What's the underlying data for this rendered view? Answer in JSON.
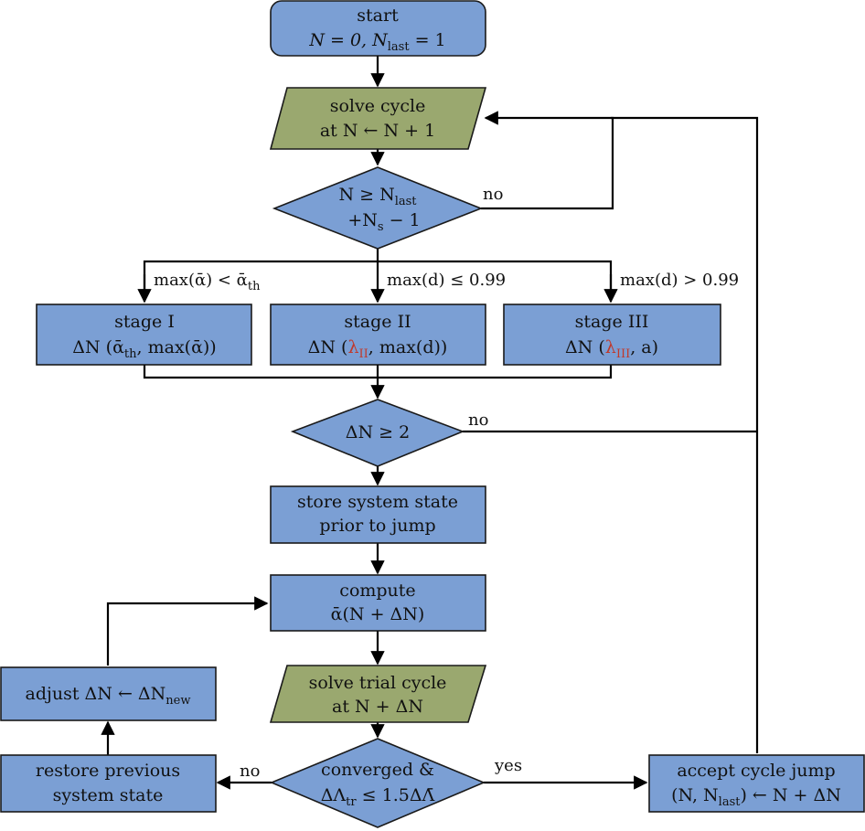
{
  "nodes": {
    "start": {
      "line1": "start",
      "line2": "N = 0,  N",
      "line2_sub": "last",
      "line2_tail": " = 1"
    },
    "solve_cycle": {
      "line1": "solve cycle",
      "line2": "at N ← N + 1"
    },
    "check_n": {
      "line1": "N ≥ N",
      "line1_sub": "last",
      "line2": "+N",
      "line2_sub": "s",
      "line2_tail": " − 1"
    },
    "stage1": {
      "title": "stage I",
      "body": "ΔN (ᾱ",
      "body_sub": "th",
      "body_tail": ", max(ᾱ))"
    },
    "stage2": {
      "title": "stage II",
      "body_head": "ΔN (",
      "body_red": "λ",
      "body_red_sub": "II",
      "body_tail": ", max(d))"
    },
    "stage3": {
      "title": "stage III",
      "body_head": "ΔN (",
      "body_red": "λ",
      "body_red_sub": "III",
      "body_tail": ", a)"
    },
    "check_dn": {
      "text": "ΔN ≥ 2"
    },
    "store": {
      "line1": "store system state",
      "line2": "prior to jump"
    },
    "compute": {
      "line1": "compute",
      "line2": "ᾱ(N + ΔN)"
    },
    "solve_trial": {
      "line1": "solve trial cycle",
      "line2": "at N + ΔN"
    },
    "converged": {
      "line1": "converged &",
      "line2": "ΔΛ",
      "line2_sub": "tr",
      "line2_tail": " ≤ 1.5ΔΛ̄"
    },
    "accept": {
      "line1": "accept cycle jump",
      "line2": "(N, N",
      "line2_sub": "last",
      "line2_tail": ") ← N + ΔN"
    },
    "restore": {
      "line1": "restore previous",
      "line2": "system state"
    },
    "adjust": {
      "text": "adjust ΔN ← ΔN",
      "text_sub": "new"
    }
  },
  "edge_labels": {
    "no_top": "no",
    "branch1": "max(ᾱ) < ᾱ",
    "branch1_sub": "th",
    "branch2": "max(d) ≤ 0.99",
    "branch3": "max(d) > 0.99",
    "no_mid": "no",
    "no_bottom": "no",
    "yes_bottom": "yes"
  },
  "colors": {
    "box": "#7b9fd4",
    "parallelogram": "#9aa86f",
    "highlight": "#c0392b"
  }
}
